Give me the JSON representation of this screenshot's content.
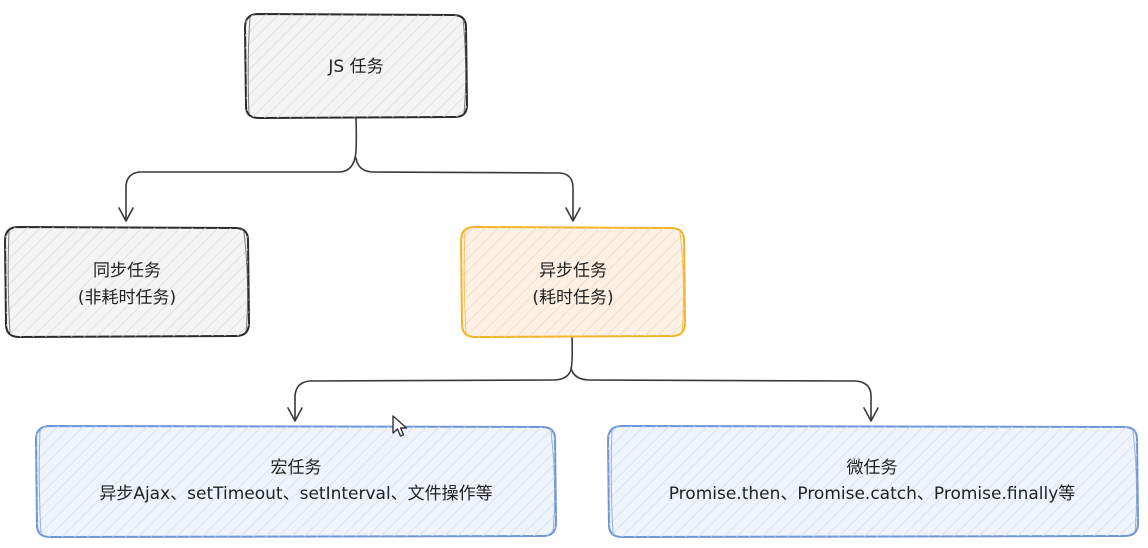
{
  "colors": {
    "neutral_fill": "#f3f3f3",
    "neutral_stroke": "#2b2b2b",
    "orange_fill": "#fdf0e4",
    "orange_stroke": "#f0b429",
    "blue_fill": "#eef3fc",
    "blue_stroke": "#6f96d6",
    "hatch": "#d9d9d9",
    "connector": "#3a3a3a"
  },
  "nodes": {
    "js_tasks": {
      "lines": [
        "JS 任务"
      ],
      "style": "neutral"
    },
    "sync_tasks": {
      "lines": [
        "同步任务",
        "(非耗时任务)"
      ],
      "style": "neutral"
    },
    "async_tasks": {
      "lines": [
        "异步任务",
        "(耗时任务)"
      ],
      "style": "orange"
    },
    "macro_tasks": {
      "lines": [
        "宏任务",
        "异步Ajax、setTimeout、setInterval、文件操作等"
      ],
      "style": "blue"
    },
    "micro_tasks": {
      "lines": [
        "微任务",
        "Promise.then、Promise.catch、Promise.finally等"
      ],
      "style": "blue"
    }
  },
  "cursor": {
    "icon": "mouse-pointer-icon"
  }
}
